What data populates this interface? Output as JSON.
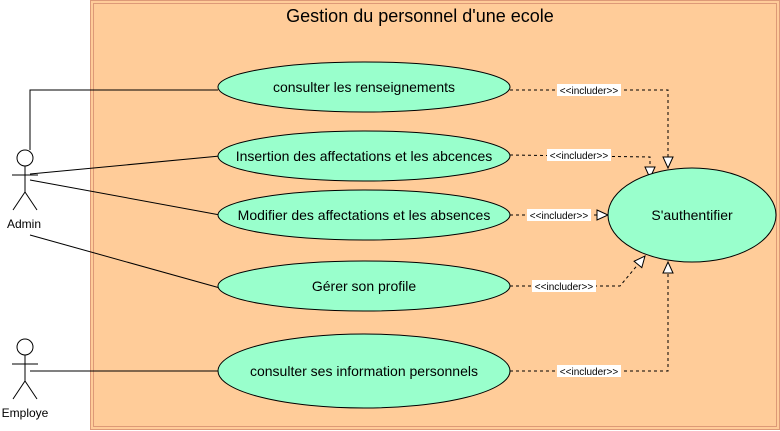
{
  "diagram": {
    "title": "Gestion du personnel d'une ecole",
    "colors": {
      "system_fill": "#ffcc99",
      "system_border": "#dd9977",
      "usecase_fill": "#99ffcc",
      "line": "#000000",
      "background": "#ffffff"
    },
    "actors": [
      {
        "id": "admin",
        "label": "Admin",
        "icon": "stick-figure-icon"
      },
      {
        "id": "employe",
        "label": "Employe",
        "icon": "stick-figure-icon"
      }
    ],
    "use_cases": [
      {
        "id": "uc1",
        "label": "consulter  les renseignements"
      },
      {
        "id": "uc2",
        "label": "Insertion des affectations et les abcences"
      },
      {
        "id": "uc3",
        "label": "Modifier des affectations et les absences"
      },
      {
        "id": "uc4",
        "label": "Gérer son profile"
      },
      {
        "id": "uc5",
        "label": "consulter  ses information personnels"
      },
      {
        "id": "uc6",
        "label": "S'authentifier"
      }
    ],
    "include_label": "<<includer>>"
  }
}
